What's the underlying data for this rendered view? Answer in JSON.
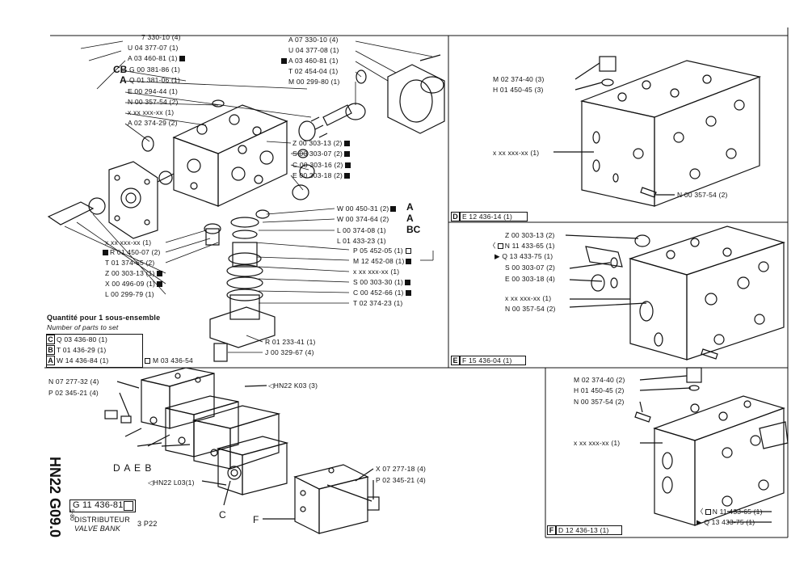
{
  "main_parts": {
    "p1": "7 330-10 (4)",
    "p2": "U 04 377-07 (1)",
    "p3": "A 03 460-81 (1)",
    "p4": "G 00 381-86 (1)",
    "p5": "Q 01 381-06 (1)",
    "p6": "E 00 294-44 (1)",
    "p7": "N 00 357-54 (2)",
    "p8": "x xx xxx-xx (1)",
    "p9": "A 02 374-29 (2)",
    "p10": "A 07 330-10 (4)",
    "p11": "U 04 377-08 (1)",
    "p12": "A 03 460-81 (1)",
    "p13": "T 02 454-04 (1)",
    "p14": "M 00 299-80 (1)",
    "p15": "Z 00 303-13 (2)",
    "p16": "S 00 303-07 (2)",
    "p17": "C 00 303-16 (2)",
    "p18": "E 00 303-18 (2)",
    "p19": "W 00 450-31 (2)",
    "p20": "W 00 374-64 (2)",
    "p21": "L 00 374-08 (1)",
    "p22": "L 01 433-23 (1)",
    "p23": "P 05 452-05 (1)",
    "p24": "M 12 452-08 (1)",
    "p25": "x xx xxx-xx (1)",
    "p26": "S 00 303-30 (1)",
    "p27": "C 00 452-66 (1)",
    "p28": "T 02 374-23 (1)",
    "p29": "R 01 233-41 (1)",
    "p30": "J 00 329-67 (4)",
    "p31": "x xx xxx-xx (1)",
    "p32": "R 01 450-07 (2)",
    "p33": "T 01 374-65 (2)",
    "p34": "Z 00 303-13 (1)",
    "p35": "X 00 496-09 (1)",
    "p36": "L 00 299-79 (1)"
  },
  "marks": {
    "CB": "CB",
    "A": "A",
    "BC": "BC"
  },
  "set_table": {
    "title": "Quantité pour 1 sous-ensemble",
    "subtitle": "Number of parts to set",
    "rows": [
      {
        "letter": "C",
        "text": "Q 03 436-80 (1)"
      },
      {
        "letter": "B",
        "text": "T 01 436-29 (1)"
      },
      {
        "letter": "A",
        "text": "W 14 436-84 (1)",
        "extra": "M 03 436-54"
      }
    ]
  },
  "panel_d": {
    "parts": [
      "M 02 374-40 (3)",
      "H 01 450-45 (3)",
      "x xx xxx-xx (1)",
      "N 00 357-54 (2)"
    ],
    "letter": "D",
    "code": "E 12 436-14 (1)"
  },
  "panel_e": {
    "parts": [
      "Z 00 303-13 (2)",
      "N 11 433-65 (1)",
      "Q 13 433-75 (1)",
      "S 00 303-07 (2)",
      "E 00 303-18 (4)",
      "x xx xxx-xx (1)",
      "N 00 357-54 (2)"
    ],
    "letter": "E",
    "code": "F 15 436-04 (1)"
  },
  "panel_f": {
    "parts": [
      "M 02 374-40 (2)",
      "H 01 450-45 (2)",
      "N 00 357-54 (2)",
      "x xx xxx-xx (1)",
      "N 11 433-65 (1)",
      "Q 13 433-75 (1)"
    ],
    "letter": "F",
    "code": "D 12 436-13 (1)"
  },
  "assembly": {
    "p1": "N 07 277-32 (4)",
    "p2": "P 02 345-21 (4)",
    "k03": "HN22  K03 (3)",
    "l03": "HN22 L03(1)",
    "x07": "X 07 277-18 (4)",
    "p02": "P 02 345-21 (4)",
    "letters_dabe": "D  A  E  B",
    "c": "C",
    "f": "F"
  },
  "titleblock": {
    "code": "G 11 436-81",
    "name_fr": "DISTRIBUTEUR",
    "name_en": "VALVE BANK",
    "model": "3 P22",
    "sheet_id": "HN22 G09.0",
    "date": "9-80"
  }
}
